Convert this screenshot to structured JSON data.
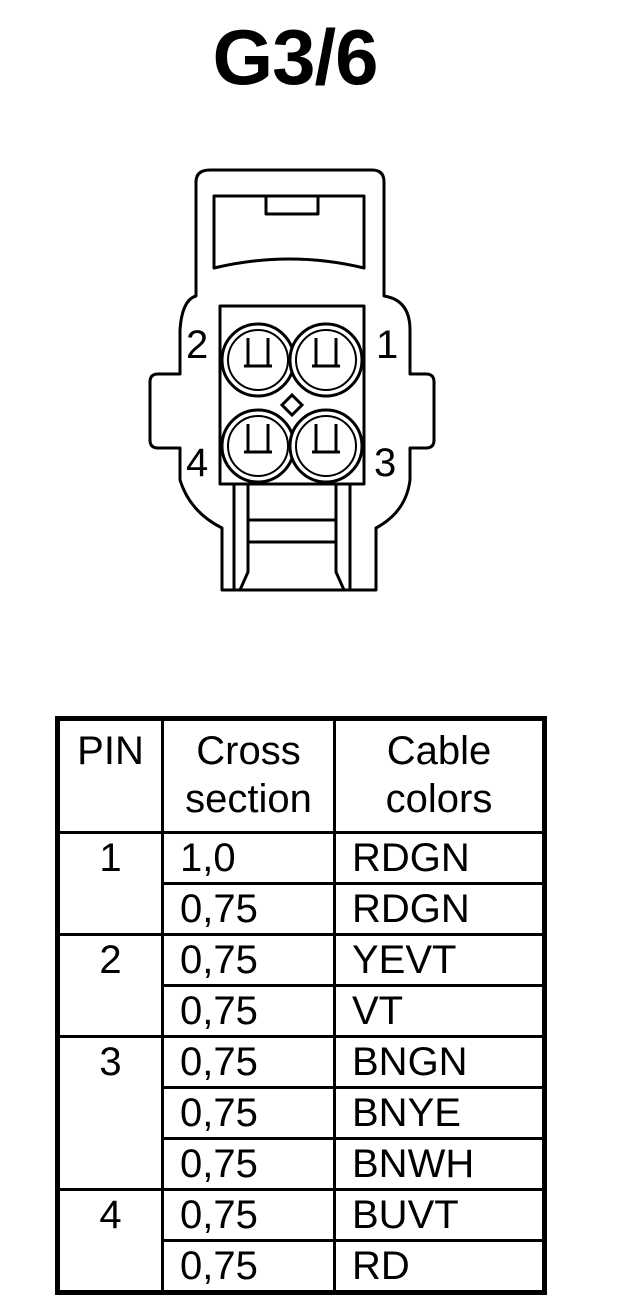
{
  "title": "G3/6",
  "connector": {
    "pin_labels": [
      "1",
      "2",
      "3",
      "4"
    ]
  },
  "table": {
    "headers": {
      "pin": "PIN",
      "cross_section": [
        "Cross",
        "section"
      ],
      "cable_colors": [
        "Cable",
        "colors"
      ]
    },
    "groups": [
      {
        "pin": "1",
        "rows": [
          {
            "cross_section": "1,0",
            "color": "RDGN"
          },
          {
            "cross_section": "0,75",
            "color": "RDGN"
          }
        ]
      },
      {
        "pin": "2",
        "rows": [
          {
            "cross_section": "0,75",
            "color": "YEVT"
          },
          {
            "cross_section": "0,75",
            "color": "VT"
          }
        ]
      },
      {
        "pin": "3",
        "rows": [
          {
            "cross_section": "0,75",
            "color": "BNGN"
          },
          {
            "cross_section": "0,75",
            "color": "BNYE"
          },
          {
            "cross_section": "0,75",
            "color": "BNWH"
          }
        ]
      },
      {
        "pin": "4",
        "rows": [
          {
            "cross_section": "0,75",
            "color": "BUVT"
          },
          {
            "cross_section": "0,75",
            "color": "RD"
          }
        ]
      }
    ]
  }
}
